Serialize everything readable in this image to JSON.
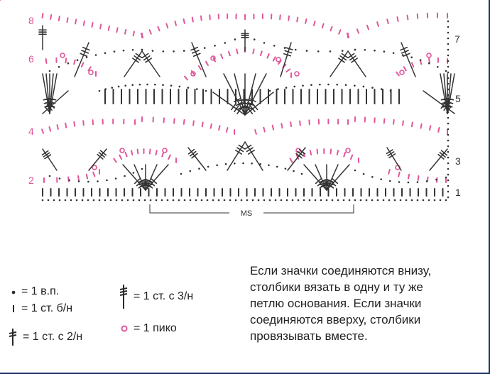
{
  "colors": {
    "chain": "#333333",
    "pink": "#e0569a",
    "ink": "#2a2a2a",
    "border": "#1d2f6a"
  },
  "row_labels_left": [
    "8",
    "6",
    "4",
    "2"
  ],
  "row_labels_right": [
    "7",
    "5",
    "3",
    "1"
  ],
  "repeat_label": "MS",
  "legend": {
    "chain": "= 1 в.п.",
    "sc": "= 1 ст. б/н",
    "dc2": "= 1 ст. с 2/н",
    "dc3": "= 1 ст. с 3/н",
    "picot": "= 1 пико"
  },
  "note_lines": [
    "Если значки соединяются внизу,",
    "столбики вязать в одну и ту же",
    "петлю основания. Если значки",
    "соединяются вверху, столбики",
    "провязывать вместе."
  ]
}
